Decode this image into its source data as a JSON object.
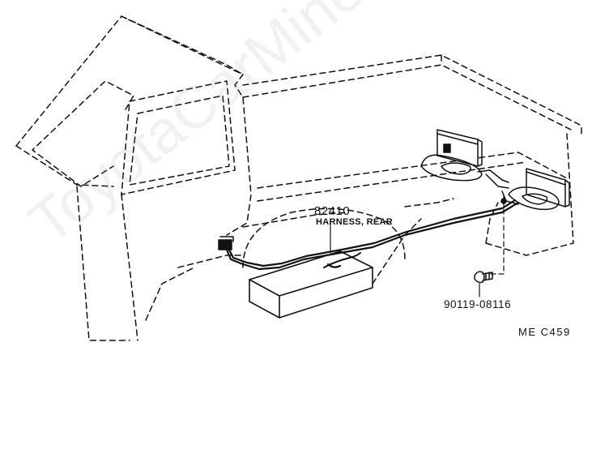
{
  "parts": {
    "harness": {
      "number": "82410",
      "name": "HARNESS, REAR"
    },
    "screw": {
      "number": "90119-08116"
    }
  },
  "diagram_code": "ME  C459",
  "watermark": "ToyotaCarMine.ru",
  "colors": {
    "line": "#111111",
    "background": "#ffffff",
    "watermark": "#c8c8c8"
  }
}
